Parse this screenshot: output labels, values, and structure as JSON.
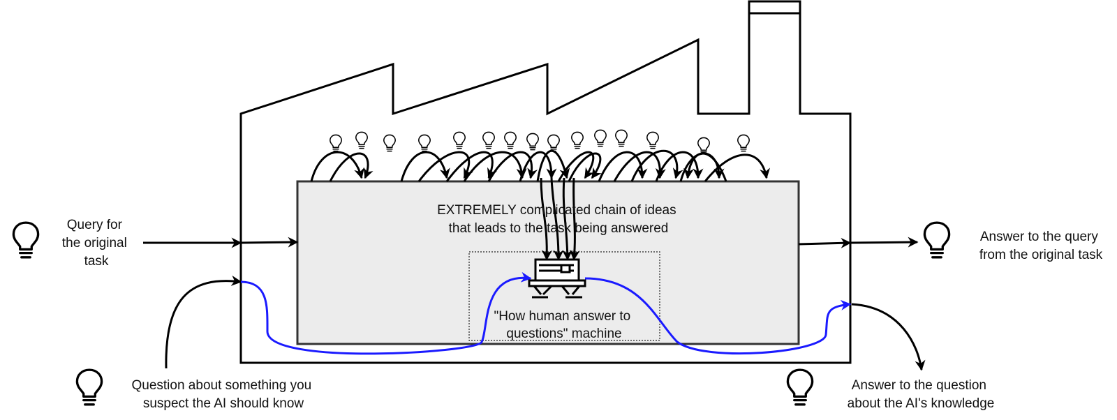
{
  "labels": {
    "query_line1": "Query for",
    "query_line2": "the original",
    "query_line3": "task",
    "answer_query_line1": "Answer to the query",
    "answer_query_line2": "from the original task",
    "question_line1": "Question about something you",
    "question_line2": "suspect the AI should know",
    "answer_question_line1": "Answer to the question",
    "answer_question_line2": "about the AI's knowledge",
    "chain_line1": "EXTREMELY complicated chain of ideas",
    "chain_line2": "that leads to the task being answered",
    "machine_line1": "\"How human answer to",
    "machine_line2": "questions\" machine"
  },
  "icons": {
    "big_bulb": "lightbulb-icon",
    "small_bulb": "lightbulb-icon",
    "machine": "machine-icon"
  },
  "colors": {
    "line": "#000000",
    "blue_path": "#1a1aff",
    "box_fill": "#ececec"
  }
}
